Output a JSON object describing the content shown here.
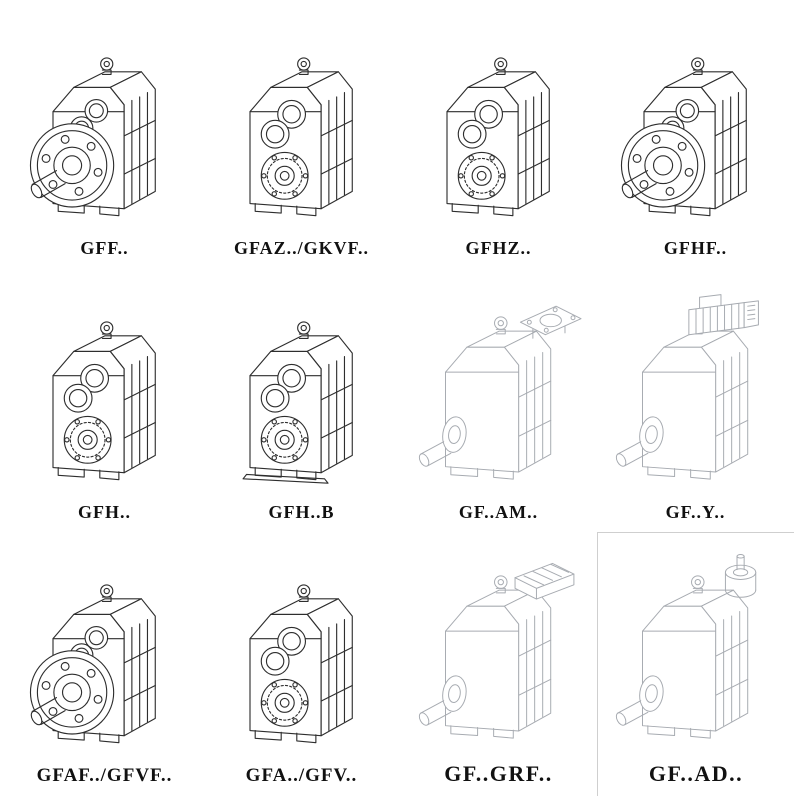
{
  "page": {
    "background": "#ffffff",
    "ink_color": "#2e2e2e",
    "light_ink_color": "#a7abb1"
  },
  "grid": {
    "items": [
      {
        "label": "GFF..",
        "drawing": "flange-output-gearbox-drawing"
      },
      {
        "label": "GFAZ../GKVF..",
        "drawing": "hollow-bore-gearbox-drawing"
      },
      {
        "label": "GFHZ..",
        "drawing": "hollow-bore-gearbox-drawing"
      },
      {
        "label": "GFHF..",
        "drawing": "flange-output-gearbox-drawing"
      },
      {
        "label": "GFH..",
        "drawing": "shaft-mounted-gearbox-drawing"
      },
      {
        "label": "GFH..B",
        "drawing": "foot-mounted-gearbox-drawing"
      },
      {
        "label": "GF..AM..",
        "drawing": "motor-adapter-gearbox-drawing"
      },
      {
        "label": "GF..Y..",
        "drawing": "motorized-gearbox-drawing"
      },
      {
        "label": "GFAF../GFVF..",
        "drawing": "flange-output-gearbox-drawing"
      },
      {
        "label": "GFA../GFV..",
        "drawing": "hollow-bore-gearbox-drawing"
      },
      {
        "label": "GF..GRF..",
        "drawing": "top-flange-gearbox-drawing"
      },
      {
        "label": "GF..AD..",
        "drawing": "input-adapter-gearbox-drawing"
      }
    ]
  }
}
